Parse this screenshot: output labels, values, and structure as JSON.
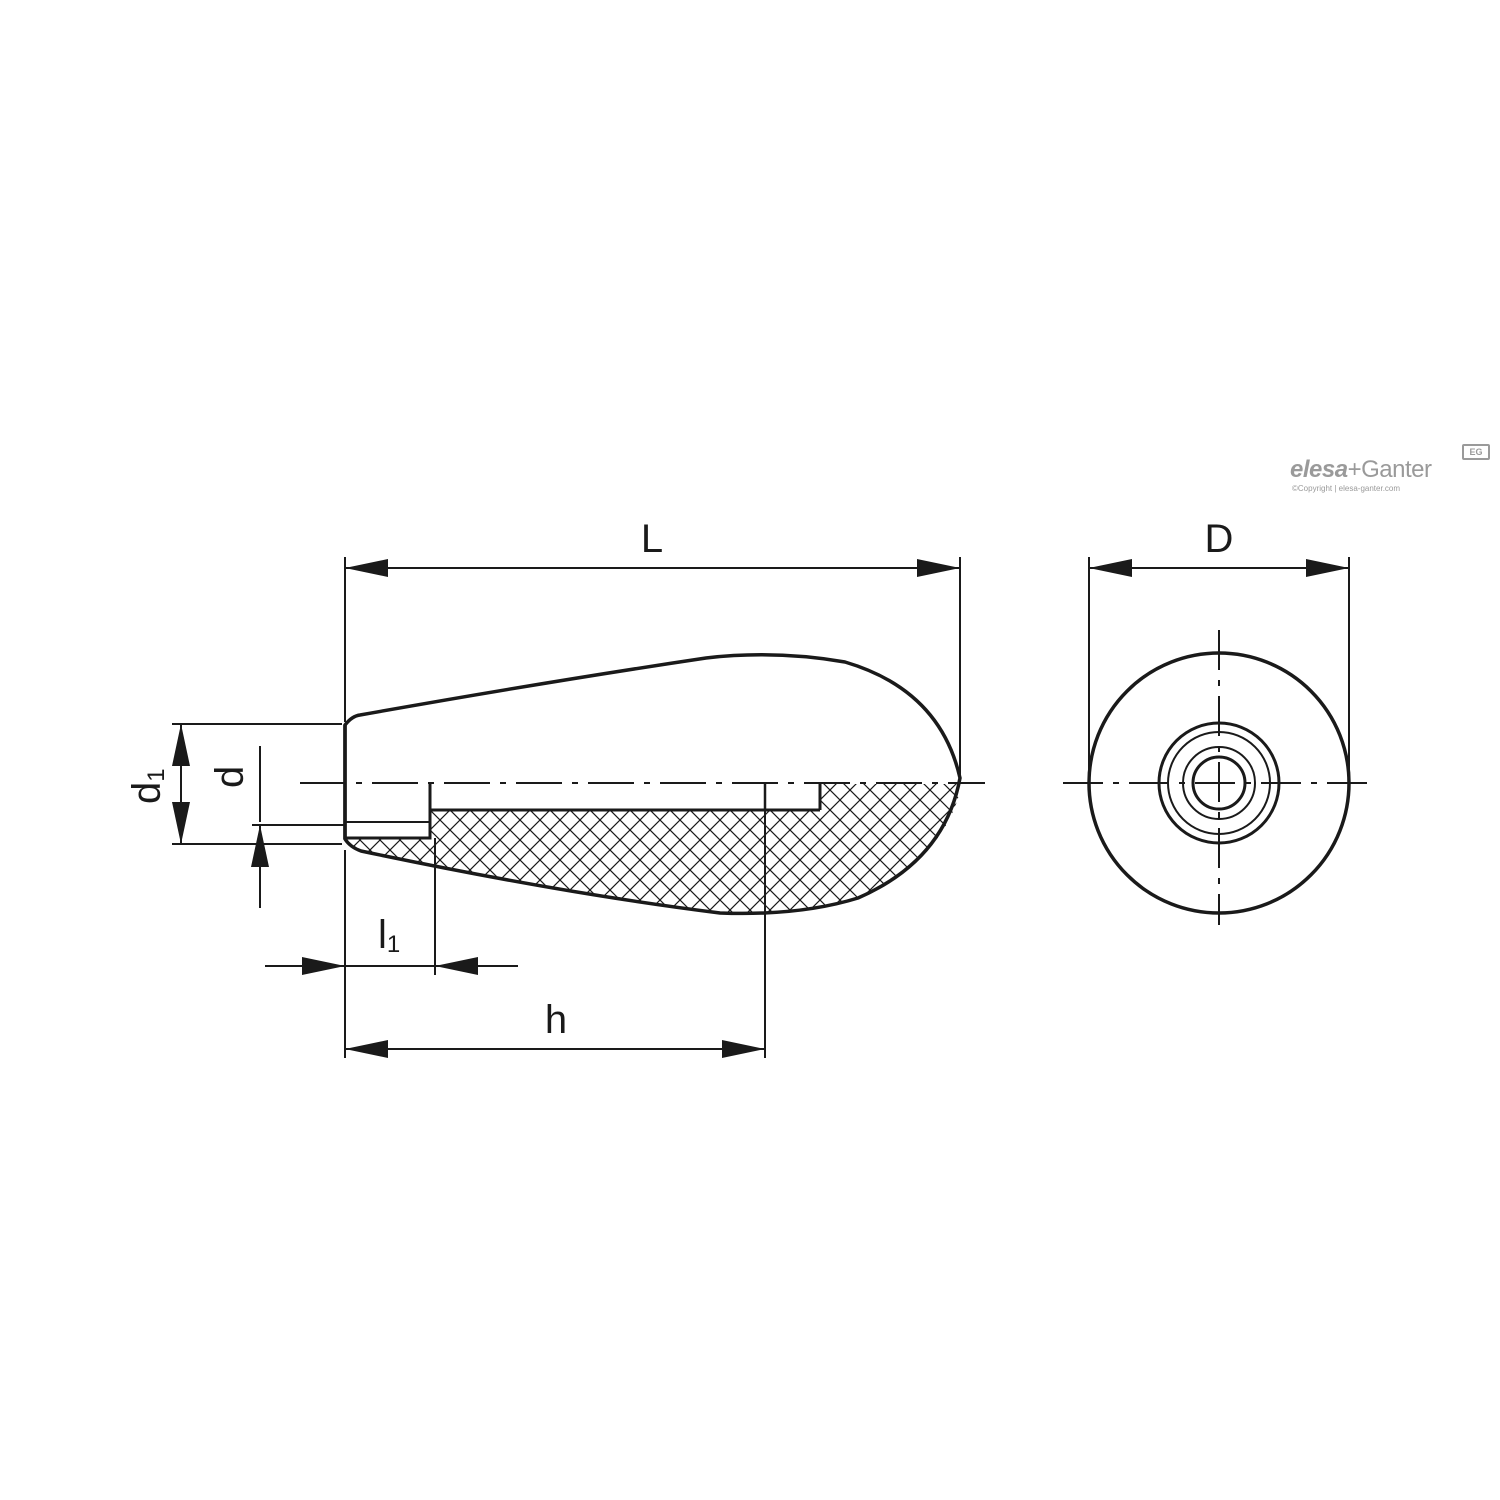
{
  "labels": {
    "L": "L",
    "D": "D",
    "d1_main": "d",
    "d1_sub": "1",
    "d": "d",
    "l1_main": "l",
    "l1_sub": "1",
    "h": "h"
  },
  "logo": {
    "brand_left": "elesa",
    "brand_plus": "+",
    "brand_right": "Ganter",
    "copyright": "©Copyright | elesa-ganter.com",
    "badge": "EG"
  },
  "colors": {
    "line": "#1a1a1a",
    "logo": "#9a9a9a",
    "background": "#ffffff"
  }
}
